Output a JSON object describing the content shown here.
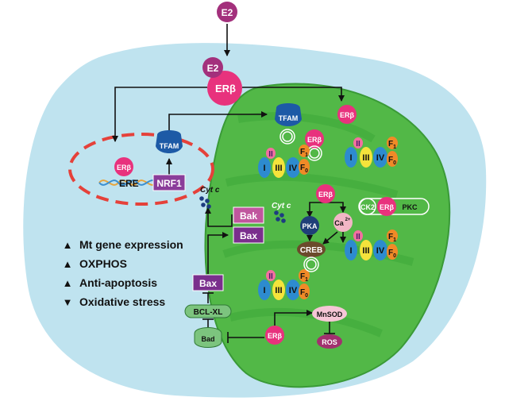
{
  "labels": {
    "e2": "E2",
    "erb": "ERβ",
    "tfam": "TFAM",
    "nrf1": "NRF1",
    "ere": "ERE",
    "cytc": "Cyt c",
    "bak": "Bak",
    "bax": "Bax",
    "bclxl": "BCL-XL",
    "bad": "Bad",
    "pka": "PKA",
    "ca": "Ca",
    "ca_sup": "2+",
    "creb": "CREB",
    "ck2": "CK2",
    "pkc": "PKC",
    "mnsod": "MnSOD",
    "ros": "ROS",
    "complex": {
      "I": "I",
      "II": "II",
      "III": "III",
      "IV": "IV",
      "F": "F",
      "sub1": "1",
      "sub0": "0"
    }
  },
  "legend": [
    {
      "direction": "up",
      "text": "Mt gene expression"
    },
    {
      "direction": "up",
      "text": "OXPHOS"
    },
    {
      "direction": "up",
      "text": "Anti-apoptosis"
    },
    {
      "direction": "down",
      "text": "Oxidative stress"
    }
  ],
  "colors": {
    "cell": "#bfe3ef",
    "mito": "#52b847",
    "mito_inner": "#3da838",
    "erb": "#e8327d",
    "e2": "#a3307c",
    "tfam": "#1d5aa6",
    "nrf1": "#8a3d9a",
    "bak": "#c0569e",
    "bax": "#7a2f8d",
    "green_pill": "#7cc47e",
    "creb": "#6b4a2b",
    "pka": "#1f3f78",
    "ca": "#f2b6c6",
    "mnsod": "#f6c6d6",
    "ros": "#a2306f",
    "nucleus_border": "#e5413a"
  }
}
